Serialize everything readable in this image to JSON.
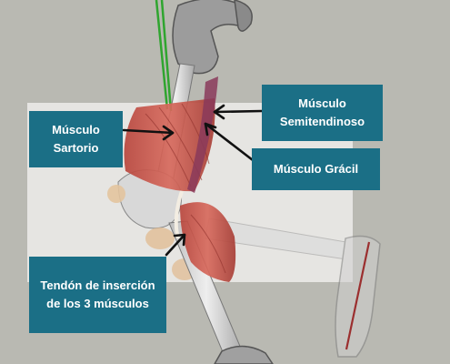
{
  "labels": {
    "sartorio": {
      "line1": "Músculo",
      "line2": "Sartorio"
    },
    "semitendinoso": {
      "line1": "Músculo",
      "line2": "Semitendinoso"
    },
    "gracil": {
      "line1": "Músculo Grácil"
    },
    "tendon": {
      "line1": "Tendón de inserción",
      "line2": "de los 3 músculos"
    }
  },
  "colors": {
    "label_background": "#1b6f86",
    "label_text": "#ffffff",
    "background": "#b9b9b2",
    "panel": "#e6e5e2",
    "muscle": "#c8554b",
    "bone": "#d4d4d4",
    "arrow": "#111111",
    "axis_line": "#2fa52f"
  }
}
